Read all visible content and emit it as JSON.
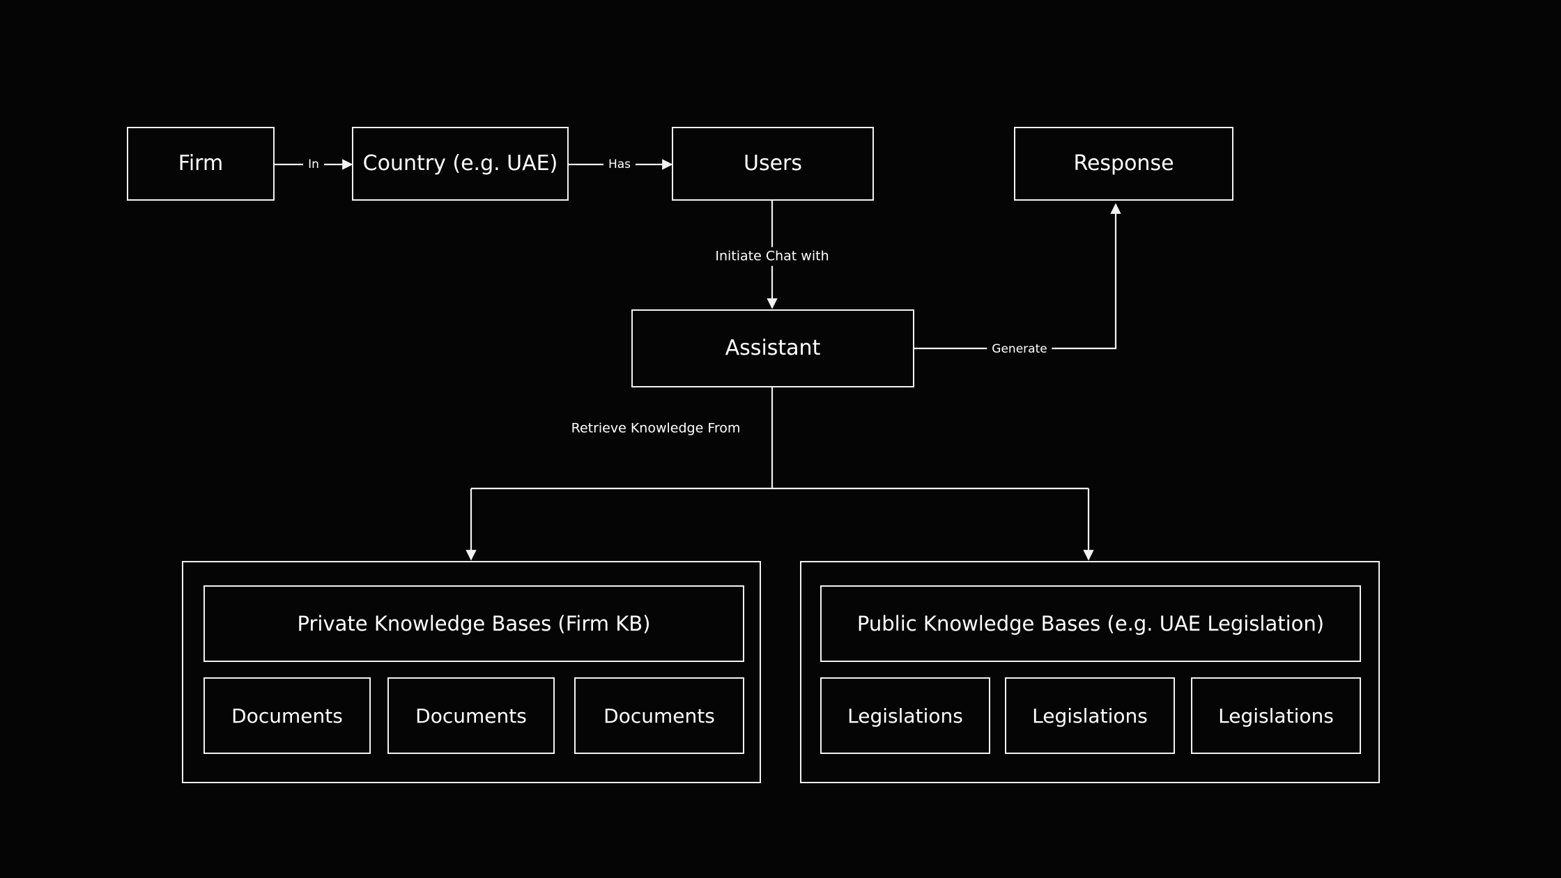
{
  "diagram": {
    "type": "flowchart",
    "background_color": "#050505",
    "stroke_color": "#f2f2f2",
    "text_color": "#ffffff",
    "nodes": {
      "firm": {
        "label": "Firm"
      },
      "country": {
        "label": "Country (e.g. UAE)"
      },
      "users": {
        "label": "Users"
      },
      "response": {
        "label": "Response"
      },
      "assistant": {
        "label": "Assistant"
      },
      "private_kb_header": {
        "label": "Private Knowledge Bases (Firm KB)"
      },
      "public_kb_header": {
        "label": "Public Knowledge Bases (e.g. UAE Legislation)"
      }
    },
    "private_kb_items": [
      {
        "label": "Documents"
      },
      {
        "label": "Documents"
      },
      {
        "label": "Documents"
      }
    ],
    "public_kb_items": [
      {
        "label": "Legislations"
      },
      {
        "label": "Legislations"
      },
      {
        "label": "Legislations"
      }
    ],
    "edges": [
      {
        "id": "firm-country",
        "label": "In",
        "from": "firm",
        "to": "country"
      },
      {
        "id": "country-users",
        "label": "Has",
        "from": "country",
        "to": "users"
      },
      {
        "id": "users-assistant",
        "label": "Initiate Chat with",
        "from": "users",
        "to": "assistant"
      },
      {
        "id": "assistant-response",
        "label": "Generate",
        "from": "assistant",
        "to": "response"
      },
      {
        "id": "assistant-kb",
        "label": "Retrieve Knowledge From",
        "from": "assistant",
        "to": "knowledge-bases"
      }
    ]
  }
}
